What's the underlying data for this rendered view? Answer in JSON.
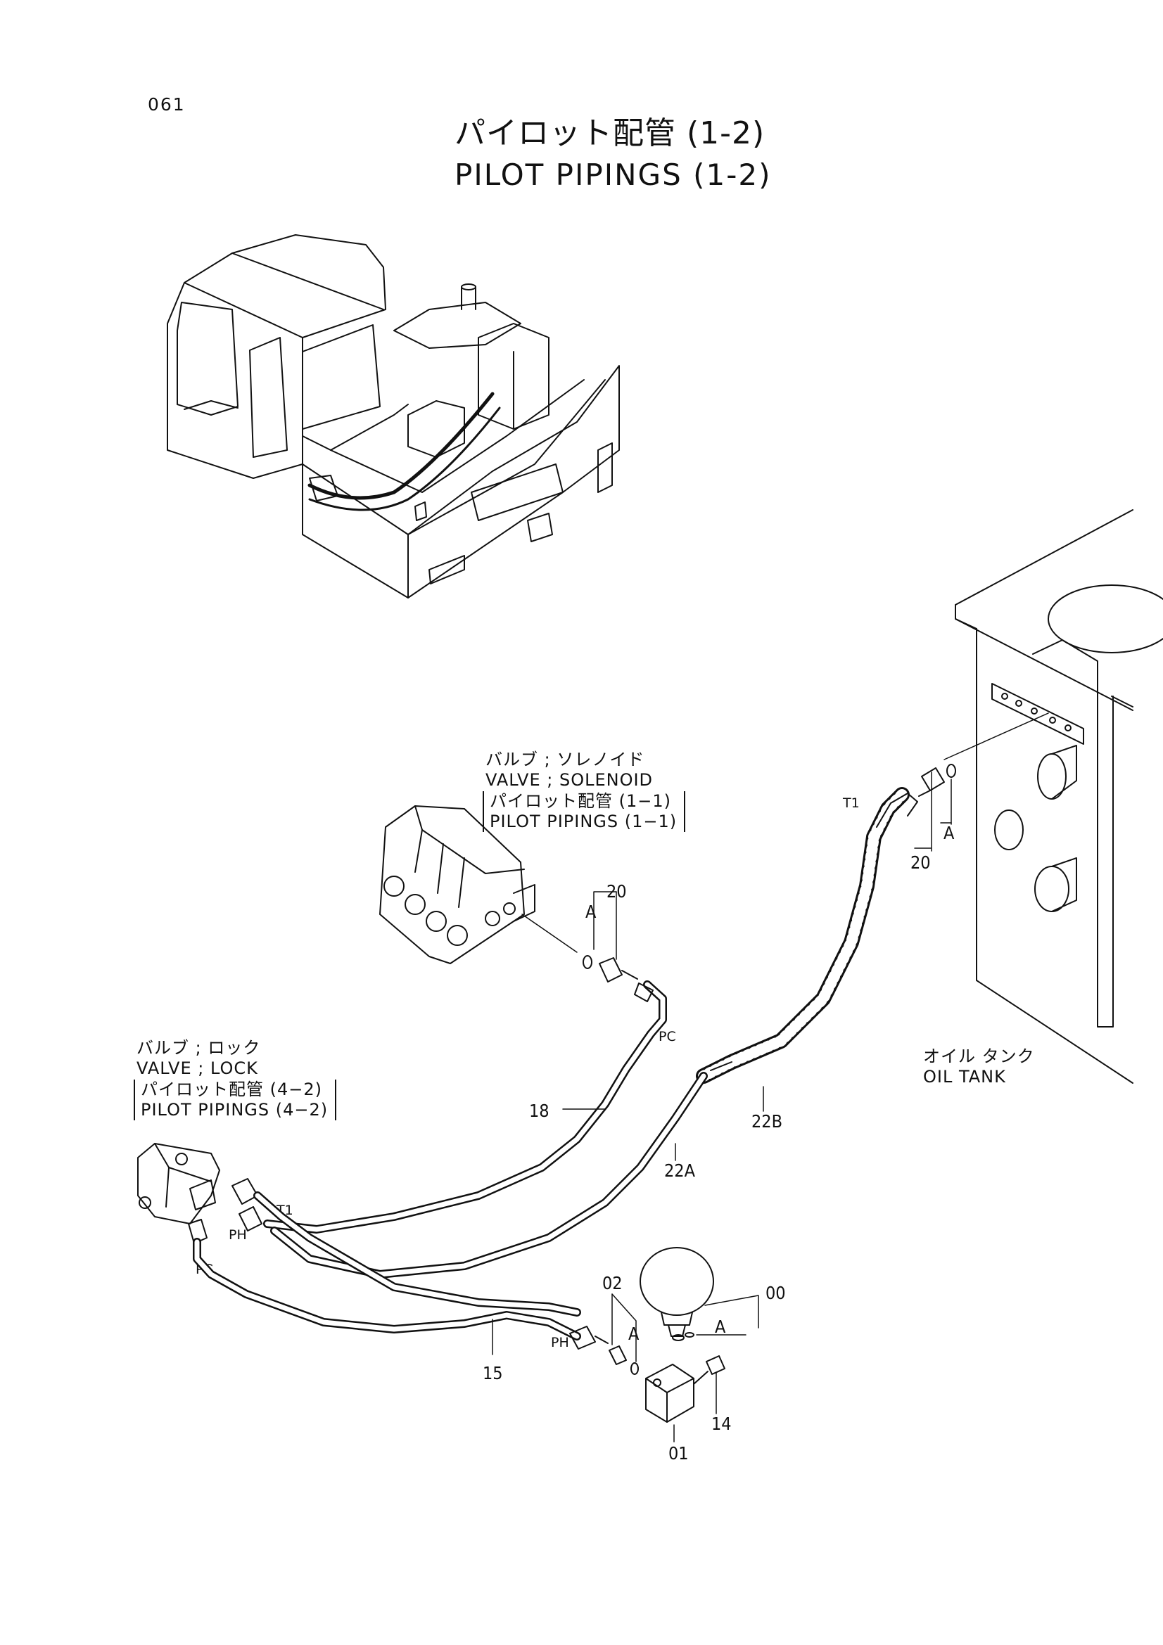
{
  "page": {
    "number": "061"
  },
  "title": {
    "jp": "パイロット配管 (1-2)",
    "en": "PILOT PIPINGS (1-2)"
  },
  "callouts": {
    "solenoid": {
      "line1": "バルブ ; ソレノイド",
      "line2": "VALVE ; SOLENOID",
      "line3": "パイロット配管 (1−1)",
      "line4": "PILOT  PIPINGS (1−1)"
    },
    "lock": {
      "line1": "バルブ ; ロック",
      "line2": "VALVE ; LOCK",
      "line3": "パイロット配管 (4−2)",
      "line4": "PILOT  PIPINGS (4−2)"
    },
    "oil_tank": {
      "line1": "オイル  タンク",
      "line2": "OIL  TANK"
    }
  },
  "part_labels": {
    "p20_tank": "20",
    "p20_valve": "20",
    "a_tank": "A",
    "a_valve": "A",
    "a_02": "A",
    "a_00": "A",
    "p18": "18",
    "p22b": "22B",
    "p22a": "22A",
    "p15": "15",
    "p02": "02",
    "p00": "00",
    "p01": "01",
    "p14": "14"
  },
  "port_labels": {
    "t1_tank": "T1",
    "pc_solenoid": "PC",
    "t1_lock": "T1",
    "ph_lock": "PH",
    "pc_lock": "PC",
    "ph_accum": "PH"
  }
}
